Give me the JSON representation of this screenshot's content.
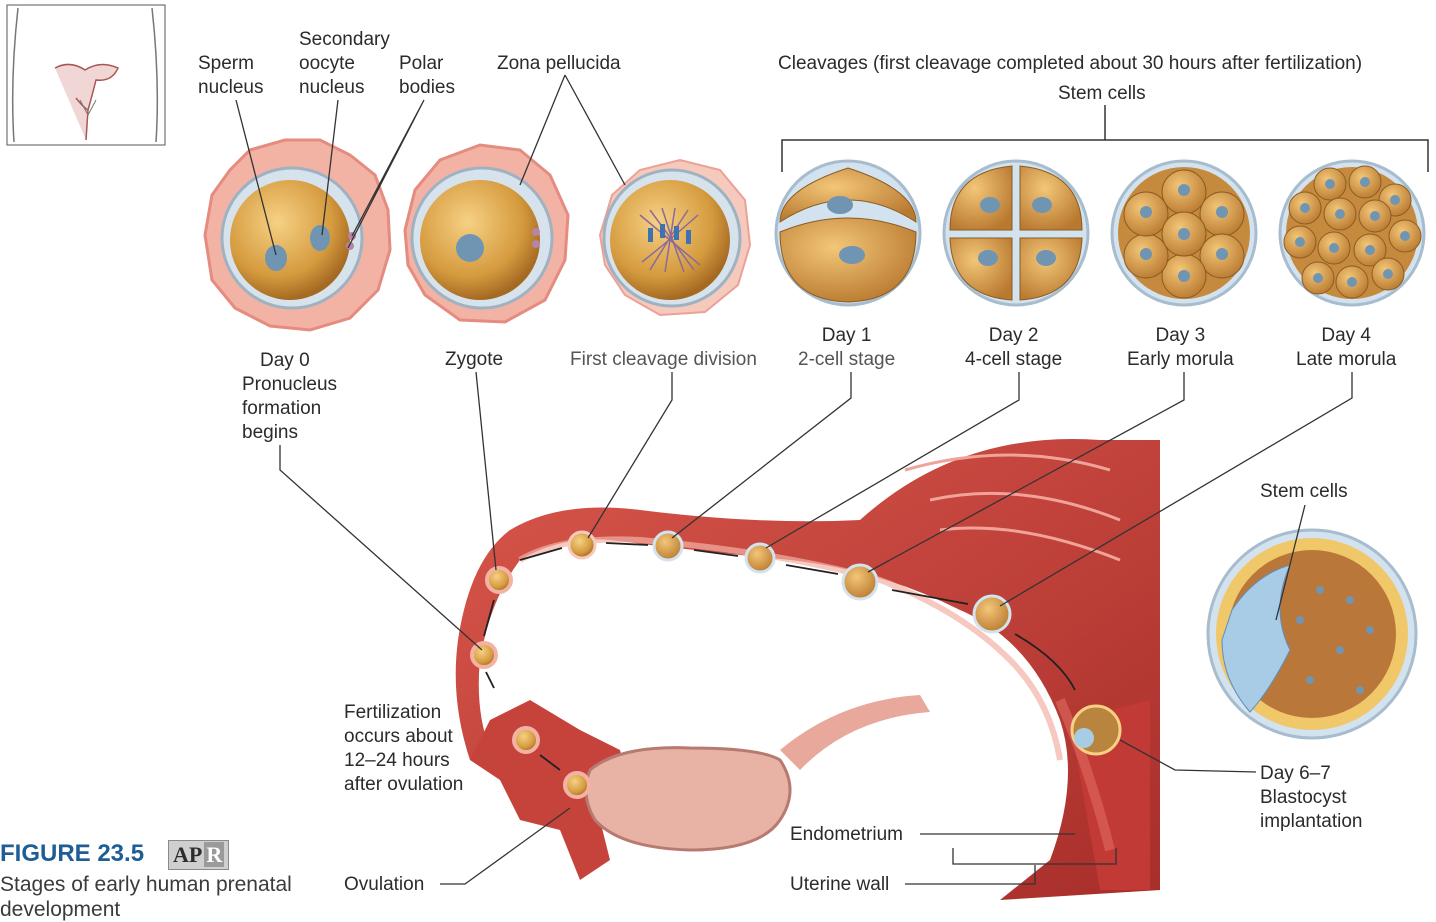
{
  "labels": {
    "sperm_nucleus": [
      "Sperm",
      "nucleus"
    ],
    "secondary_oocyte_nucleus": [
      "Secondary",
      "oocyte",
      "nucleus"
    ],
    "polar_bodies": [
      "Polar",
      "bodies"
    ],
    "zona_pellucida": "Zona pellucida",
    "cleavages": "Cleavages (first cleavage completed about 30 hours after fertilization)",
    "stem_cells_top": "Stem cells",
    "day0": [
      "Day 0",
      "Pronucleus",
      "formation",
      "begins"
    ],
    "zygote": "Zygote",
    "first_cleavage": "First cleavage division",
    "day1": [
      "Day 1",
      "2-cell stage"
    ],
    "day2": [
      "Day 2",
      "4-cell stage"
    ],
    "day3": [
      "Day 3",
      "Early morula"
    ],
    "day4": [
      "Day 4",
      "Late morula"
    ],
    "stem_cells_blastocyst": "Stem cells",
    "fertilization": [
      "Fertilization",
      "occurs about",
      "12–24 hours",
      "after ovulation"
    ],
    "day67": [
      "Day 6–7",
      "Blastocyst",
      "implantation"
    ],
    "endometrium": "Endometrium",
    "uterine_wall": "Uterine wall",
    "ovulation": "Ovulation"
  },
  "figure": {
    "title": "FIGURE 23.5",
    "badge_a": "AP",
    "badge_r": "R",
    "caption": "Stages of early human prenatal development"
  },
  "colors": {
    "tissue_red": "#c8413a",
    "tissue_light": "#e8877f",
    "embryo_gold": "#d9a04a",
    "nucleus_blue": "#6f95b3",
    "stem_blue": "#a9cce6",
    "corona_pink": "#f2b3a5"
  }
}
